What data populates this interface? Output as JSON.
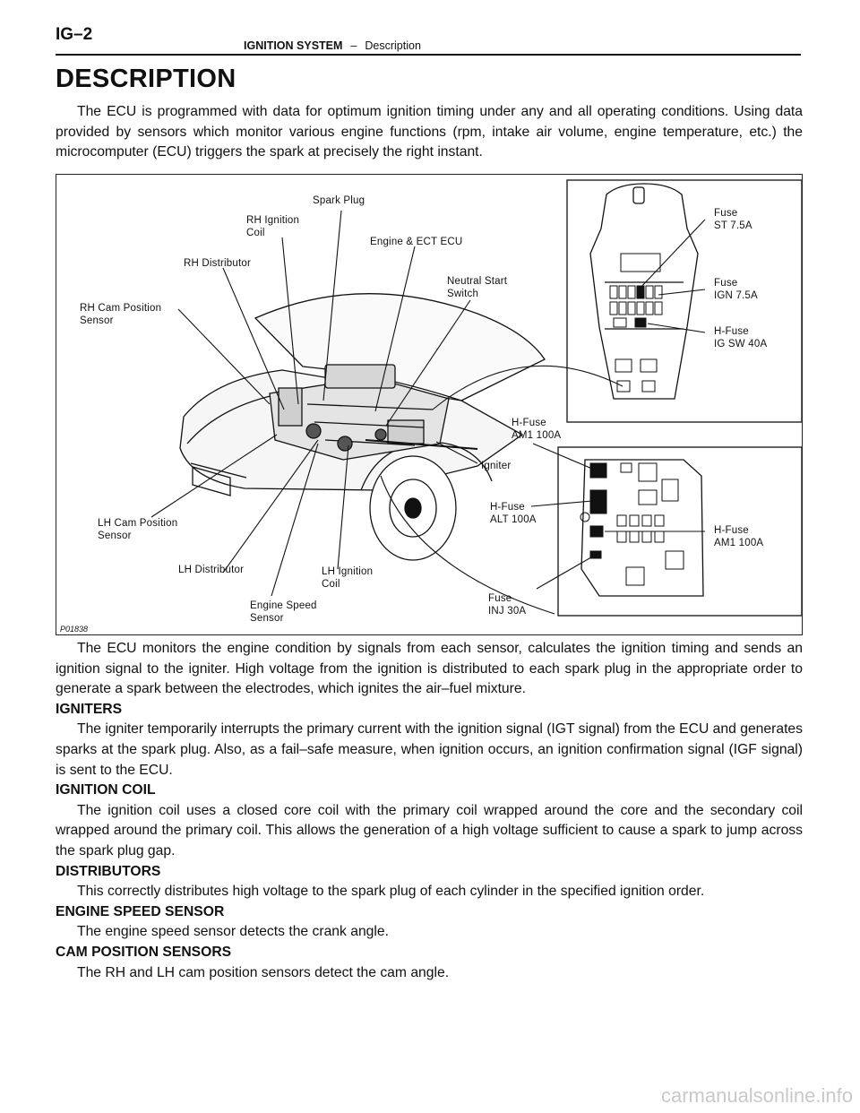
{
  "header": {
    "page_code": "IG–2",
    "system": "IGNITION SYSTEM",
    "separator": "–",
    "section": "Description"
  },
  "title": "DESCRIPTION",
  "intro": "The ECU is programmed with data for optimum ignition timing under any and all operating conditions. Using data provided by sensors which monitor various engine functions (rpm, intake air volume, engine temperature, etc.) the microcomputer (ECU) triggers the spark at precisely the right instant.",
  "figure": {
    "id": "P01838",
    "labels": {
      "spark_plug": "Spark Plug",
      "rh_coil_1": "RH Ignition",
      "rh_coil_2": "Coil",
      "engine_ecu": "Engine & ECT ECU",
      "rh_distributor": "RH Distributor",
      "neutral_1": "Neutral Start",
      "neutral_2": "Switch",
      "rh_cam_1": "RH Cam Position",
      "rh_cam_2": "Sensor",
      "fuse_st_1": "Fuse",
      "fuse_st_2": "ST 7.5A",
      "fuse_ign_1": "Fuse",
      "fuse_ign_2": "IGN 7.5A",
      "hfuse_igsw_1": "H-Fuse",
      "hfuse_igsw_2": "IG SW 40A",
      "hfuse_am1_top_1": "H-Fuse",
      "hfuse_am1_top_2": "AM1 100A",
      "igniter": "Igniter",
      "hfuse_alt_1": "H-Fuse",
      "hfuse_alt_2": "ALT 100A",
      "hfuse_am1_right_1": "H-Fuse",
      "hfuse_am1_right_2": "AM1 100A",
      "lh_cam_1": "LH Cam Position",
      "lh_cam_2": "Sensor",
      "lh_distributor": "LH Distributor",
      "lh_coil_1": "LH Ignition",
      "lh_coil_2": "Coil",
      "engine_speed_1": "Engine Speed",
      "engine_speed_2": "Sensor",
      "fuse_inj_1": "Fuse",
      "fuse_inj_2": "INJ 30A"
    }
  },
  "body": {
    "p1": "The ECU monitors the engine condition by signals from each sensor, calculates the ignition timing and sends an ignition signal to the igniter. High voltage from the ignition is distributed to each spark plug in the appropriate order to generate a spark between the electrodes, which ignites the air–fuel mixture.",
    "s1_head": "IGNITERS",
    "s1_text": "The igniter temporarily interrupts the primary current with the ignition signal (IGT signal) from the ECU and generates sparks at the spark plug. Also, as a fail–safe measure, when ignition occurs, an ignition confirmation signal (IGF signal) is sent to the ECU.",
    "s2_head": "IGNITION COIL",
    "s2_text": "The ignition coil uses a closed core coil with the primary coil wrapped around the core and the secondary coil wrapped around the primary coil. This allows the generation of a high voltage sufficient to cause a spark to jump across the spark plug gap.",
    "s3_head": "DISTRIBUTORS",
    "s3_text": "This correctly distributes high voltage to the spark plug of each cylinder in the specified ignition order.",
    "s4_head": "ENGINE SPEED SENSOR",
    "s4_text": "The engine speed sensor detects the crank angle.",
    "s5_head": "CAM POSITION SENSORS",
    "s5_text": "The RH and LH cam position sensors detect the cam angle."
  },
  "watermark": "carmanualsonline.info"
}
